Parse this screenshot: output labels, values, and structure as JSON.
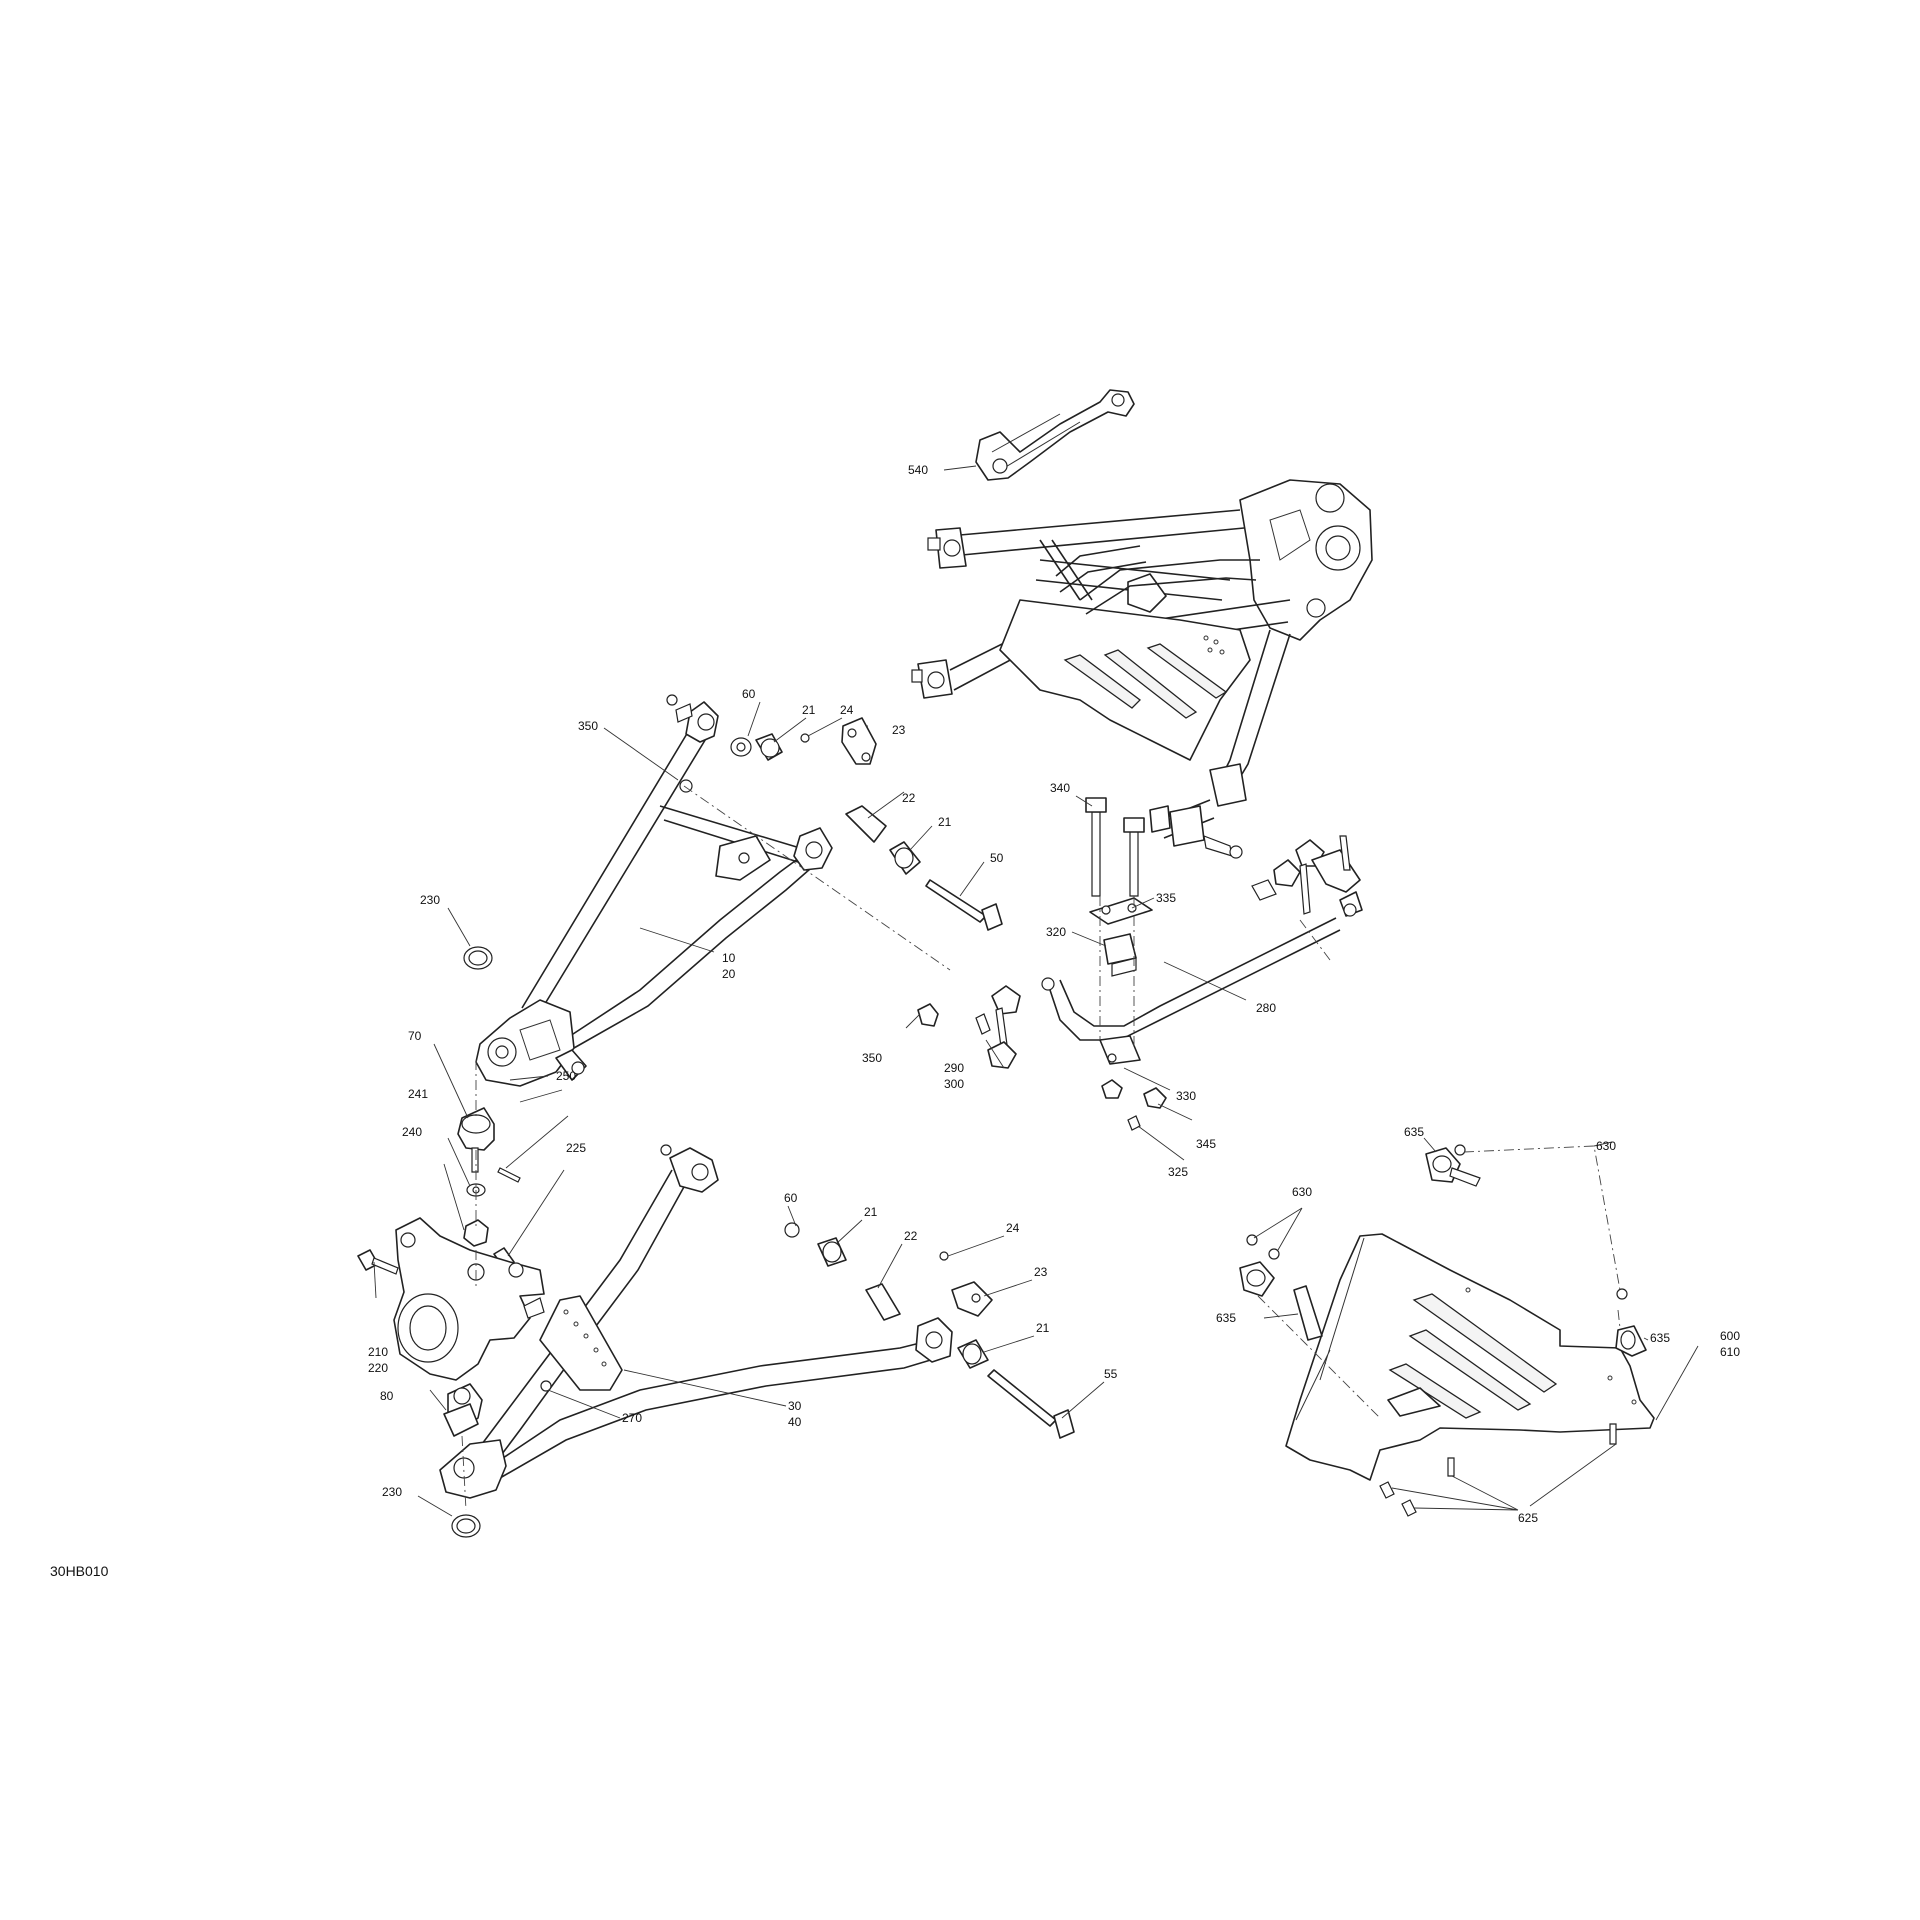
{
  "diagram_code": "30HB010",
  "callouts": {
    "c540": "540",
    "c60a": "60",
    "c21a": "21",
    "c24a": "24",
    "c23a": "23",
    "c350a": "350",
    "c22a": "22",
    "c21b": "21",
    "c50": "50",
    "c230a": "230",
    "c10": "10",
    "c20": "20",
    "c340": "340",
    "c335": "335",
    "c320": "320",
    "c280": "280",
    "c70": "70",
    "c250": "250",
    "c241": "241",
    "c240": "240",
    "c225": "225",
    "c350b": "350",
    "c290": "290",
    "c300": "300",
    "c330": "330",
    "c345": "345",
    "c325": "325",
    "c635a": "635",
    "c630a": "630",
    "c630b": "630",
    "c635b": "635",
    "c635c": "635",
    "c600": "600",
    "c610": "610",
    "c625": "625",
    "c60b": "60",
    "c21c": "21",
    "c22b": "22",
    "c24b": "24",
    "c23b": "23",
    "c21d": "21",
    "c55": "55",
    "c210": "210",
    "c220": "220",
    "c80": "80",
    "c270": "270",
    "c30": "30",
    "c40": "40",
    "c230b": "230"
  },
  "icons": [
    "upper-a-arm",
    "lower-a-arm",
    "knuckle",
    "ball-joint",
    "bushing",
    "sleeve",
    "bolt",
    "nut",
    "sway-bar",
    "sway-bar-link",
    "skid-plate",
    "rear-assembly"
  ]
}
